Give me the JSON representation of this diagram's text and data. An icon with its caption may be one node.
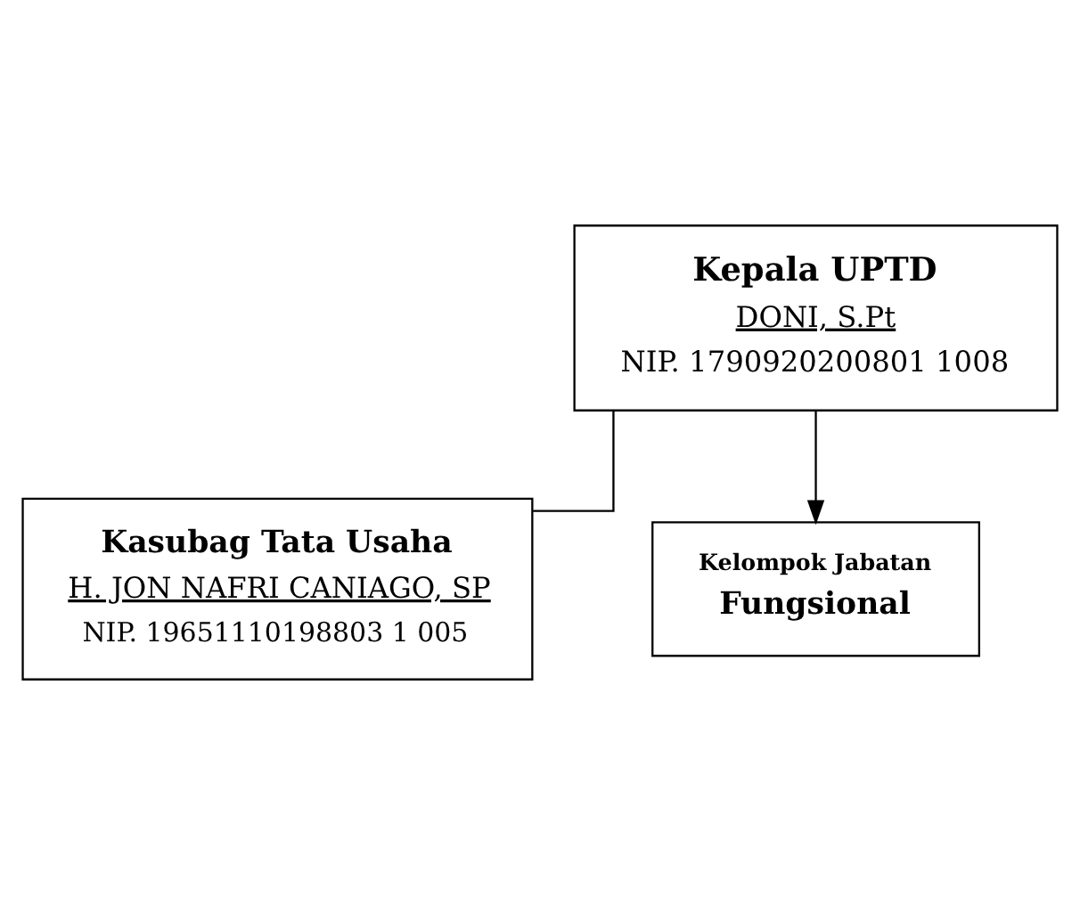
{
  "diagram": {
    "nodes": [
      {
        "text": [
          "Kepala UPTD",
          "DONI, S.Pt",
          "NIP. 1790920200801 1008"
        ]
      },
      {
        "text": [
          "Kasubag Tata Usaha",
          "H. JON NAFRI CANIAGO, SP",
          "NIP. 19651110198803 1 005"
        ]
      },
      {
        "text": [
          "Kelompok Jabatan",
          "Fungsional"
        ]
      }
    ],
    "edges": [
      {
        "from": 0,
        "to": 1,
        "arrow": "none"
      },
      {
        "from": 0,
        "to": 2,
        "arrow": "to"
      }
    ]
  }
}
